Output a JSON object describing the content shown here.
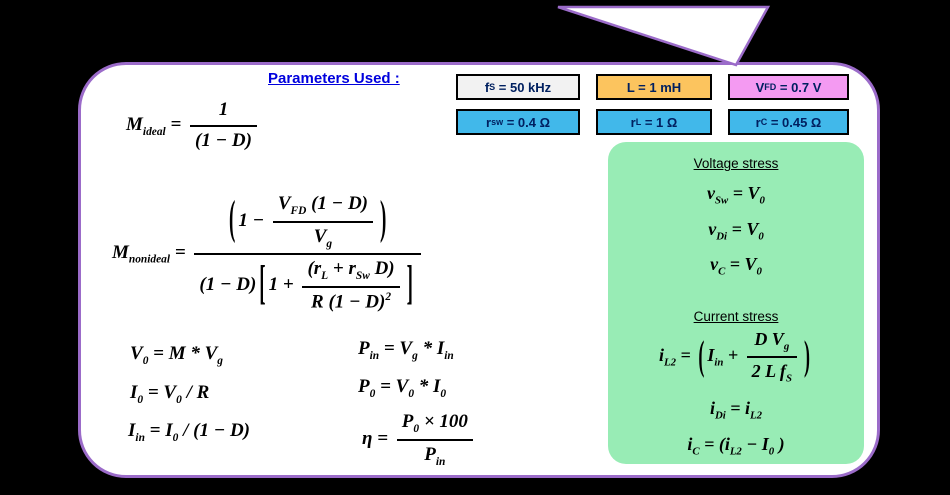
{
  "colors": {
    "background": "#000000",
    "bubble_fill": "#ffffff",
    "bubble_border": "#9b6bc9",
    "heading_text": "#0000dd",
    "param_text": "#002060",
    "param_fs_bg": "#f2f2f2",
    "param_l_bg": "#fcc45e",
    "param_vfd_bg": "#f49af2",
    "param_r_bg": "#41b8ea",
    "stress_box_bg": "#98ecb5",
    "formula_text": "#000000"
  },
  "heading": "Parameters Used :",
  "params": {
    "fs": {
      "base": "f",
      "sub": "S",
      "rest": " = 50 kHz"
    },
    "l": {
      "text": "L = 1 mH"
    },
    "vfd": {
      "base": "V",
      "sub": "FD",
      "rest": " = 0.7 V"
    },
    "rsw": {
      "base": "r",
      "sub": "sw",
      "rest": " = 0.4 Ω"
    },
    "rl": {
      "base": "r",
      "sub": "L",
      "rest": " = 1 Ω"
    },
    "rc": {
      "base": "r",
      "sub": "C",
      "rest": " = 0.45 Ω"
    }
  },
  "glyphs": {
    "lp": "(",
    "rp": ")",
    "lb": "[",
    "rb": "]"
  },
  "formulas": {
    "m_ideal": {
      "lhs": "M",
      "sub": "ideal",
      "eq": " = ",
      "num": "1",
      "den": "(1 − D)"
    },
    "m_nonideal": {
      "lhs": "M",
      "sub": "nonideal",
      "eq": " = ",
      "num_prefix": "1 − ",
      "nf_num_base": "V",
      "nf_num_sub": "FD",
      "nf_num_rest": " (1 − D)",
      "nf_den_base": "V",
      "nf_den_sub": "g",
      "den_lead": "(1 − D)",
      "den_prefix": "1 + ",
      "df_num_1": "(r",
      "df_num_1s": "L",
      "df_num_2": " + r",
      "df_num_2s": "Sw",
      "df_num_3": " D)",
      "df_den": "R (1 − D)",
      "df_den_sup": "2"
    },
    "v0": {
      "b1": "V",
      "s1": "0",
      "r1": " = M * V",
      "s2": "g"
    },
    "i0": {
      "b1": "I",
      "s1": "0",
      "r1": " = V",
      "s2": "0",
      "r2": " / R"
    },
    "iin": {
      "b1": "I",
      "s1": "in",
      "r1": " = I",
      "s2": "0",
      "r2": " / (1 − D)"
    },
    "pin": {
      "b1": "P",
      "s1": "in",
      "r1": " = V",
      "s2": "g",
      "r2": " * I",
      "s3": "in"
    },
    "p0": {
      "b1": "P",
      "s1": "0",
      "r1": " = V",
      "s2": "0",
      "r2": " * I",
      "s3": "0"
    },
    "eta": {
      "lhs": "η",
      "eq": " = ",
      "num_b": "P",
      "num_s": "0",
      "num_r": " × 100",
      "den_b": "P",
      "den_s": "in"
    }
  },
  "stress": {
    "voltage_heading": "Voltage stress",
    "vsw": {
      "b1": "v",
      "s1": "Sw",
      "r1": " = V",
      "s2": "0"
    },
    "vdi": {
      "b1": "v",
      "s1": "Di",
      "r1": " = V",
      "s2": "0"
    },
    "vc": {
      "b1": "v",
      "s1": "C",
      "r1": " = V",
      "s2": "0"
    },
    "current_heading": "Current stress",
    "il2": {
      "b1": "i",
      "s1": "L2",
      "eq": " = ",
      "t1": "I",
      "t1s": "in",
      "plus": " + ",
      "num": "D V",
      "num_s": "g",
      "den": "2 L f",
      "den_s": "S"
    },
    "idi": {
      "b1": "i",
      "s1": "Di",
      "r1": " = i",
      "s2": "L2"
    },
    "ic": {
      "b1": "i",
      "s1": "C",
      "r1": " = (i",
      "s2": "L2",
      "r2": " − I",
      "s3": "0",
      "r3": " )"
    }
  }
}
